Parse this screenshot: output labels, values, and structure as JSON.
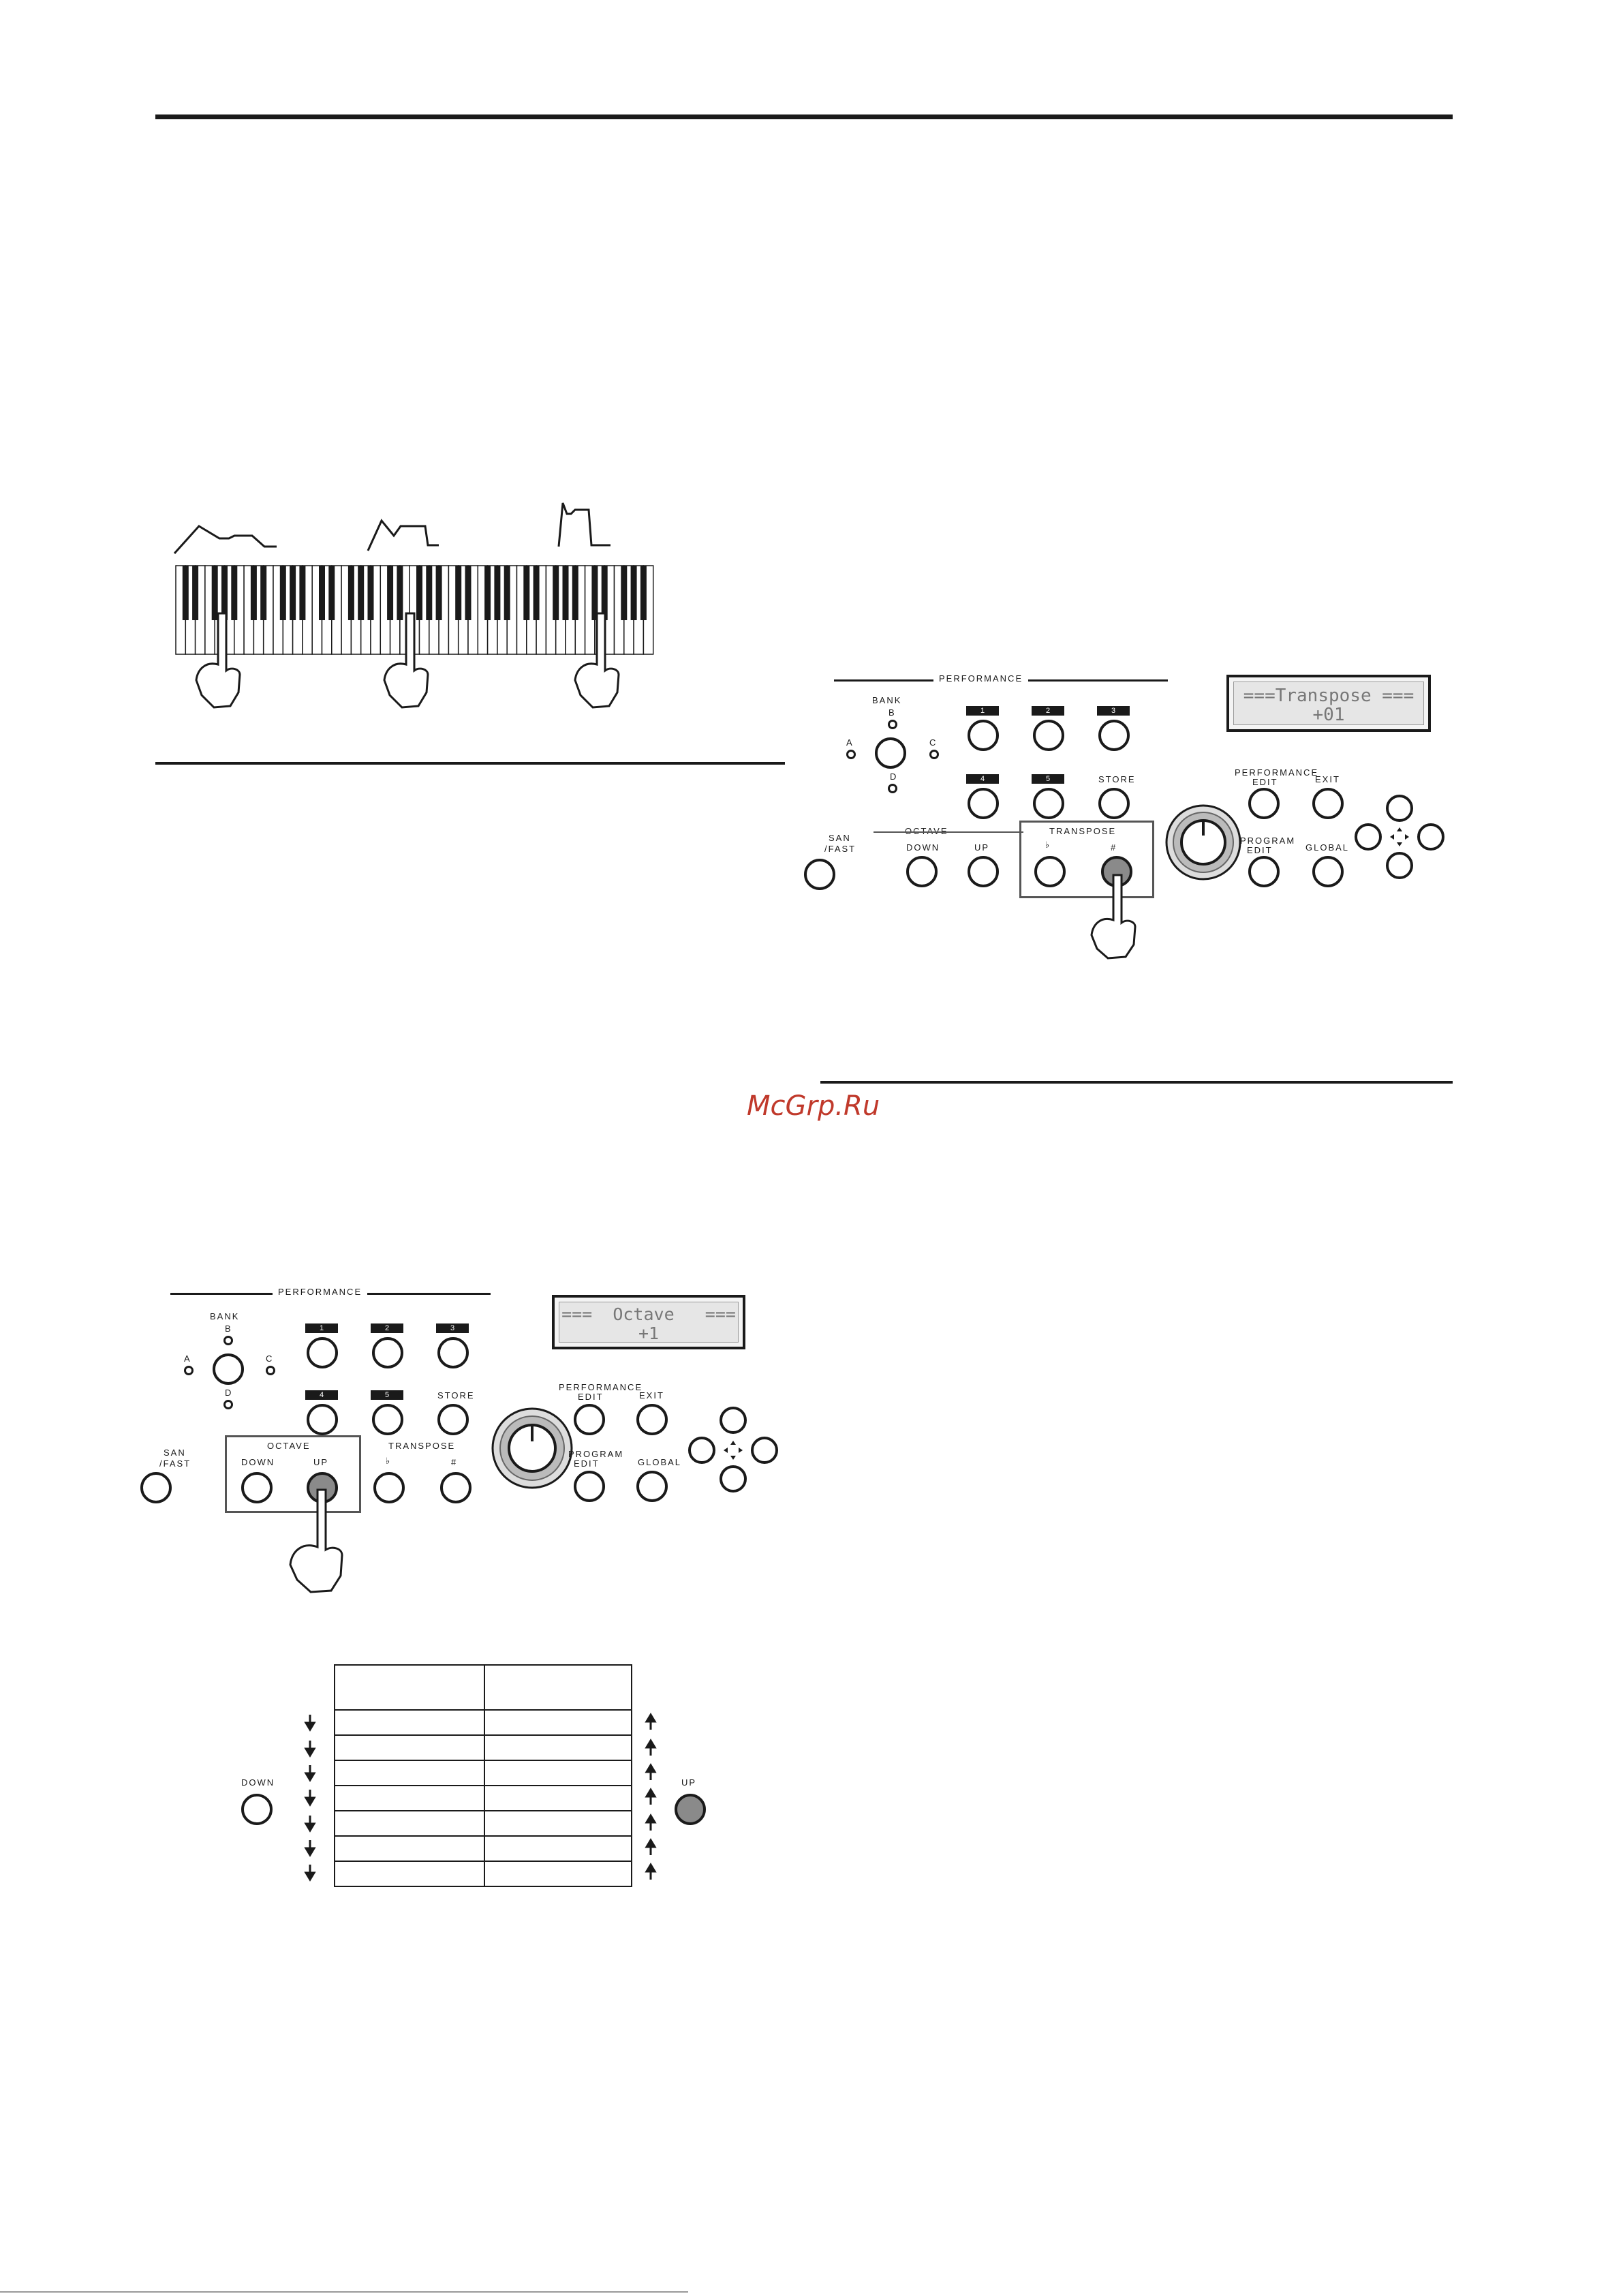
{
  "watermark": "McGrp.Ru",
  "figure_top_panel": {
    "section_label": "PERFORMANCE",
    "bank_label": "BANK",
    "bank_leds": [
      "A",
      "B",
      "C",
      "D"
    ],
    "number_buttons": [
      "1",
      "2",
      "3",
      "4",
      "5"
    ],
    "store_label": "STORE",
    "lcd_line1": "===Transpose ===",
    "lcd_line2": "+01",
    "octave_label": "OCTAVE",
    "down_label": "DOWN",
    "up_label": "UP",
    "transpose_label": "TRANSPOSE",
    "flat_label": "♭",
    "sharp_label": "#",
    "performance_edit_label_1": "PERFORMANCE",
    "performance_edit_label_2": "EDIT",
    "program_edit_label_1": "PROGRAM",
    "program_edit_label_2": "EDIT",
    "exit_label": "EXIT",
    "global_label": "GLOBAL",
    "scan_label_1": "SAN",
    "scan_label_2": "/FAST",
    "active_button": "transpose-sharp"
  },
  "figure_bottom_panel": {
    "section_label": "PERFORMANCE",
    "bank_label": "BANK",
    "bank_leds": [
      "A",
      "B",
      "C",
      "D"
    ],
    "number_buttons": [
      "1",
      "2",
      "3",
      "4",
      "5"
    ],
    "store_label": "STORE",
    "lcd_line1": "===  Octave   ===",
    "lcd_line2": "+1",
    "octave_label": "OCTAVE",
    "down_label": "DOWN",
    "up_label": "UP",
    "transpose_label": "TRANSPOSE",
    "flat_label": "♭",
    "sharp_label": "#",
    "performance_edit_label_1": "PERFORMANCE",
    "performance_edit_label_2": "EDIT",
    "program_edit_label_1": "PROGRAM",
    "program_edit_label_2": "EDIT",
    "exit_label": "EXIT",
    "global_label": "GLOBAL",
    "scan_label_1": "SAN",
    "scan_label_2": "/FAST",
    "active_button": "octave-up"
  },
  "octave_diagram": {
    "down_label": "DOWN",
    "up_label": "UP",
    "rows": 8
  },
  "keyboard_figure": {
    "hands": 3,
    "envelopes": 3
  }
}
